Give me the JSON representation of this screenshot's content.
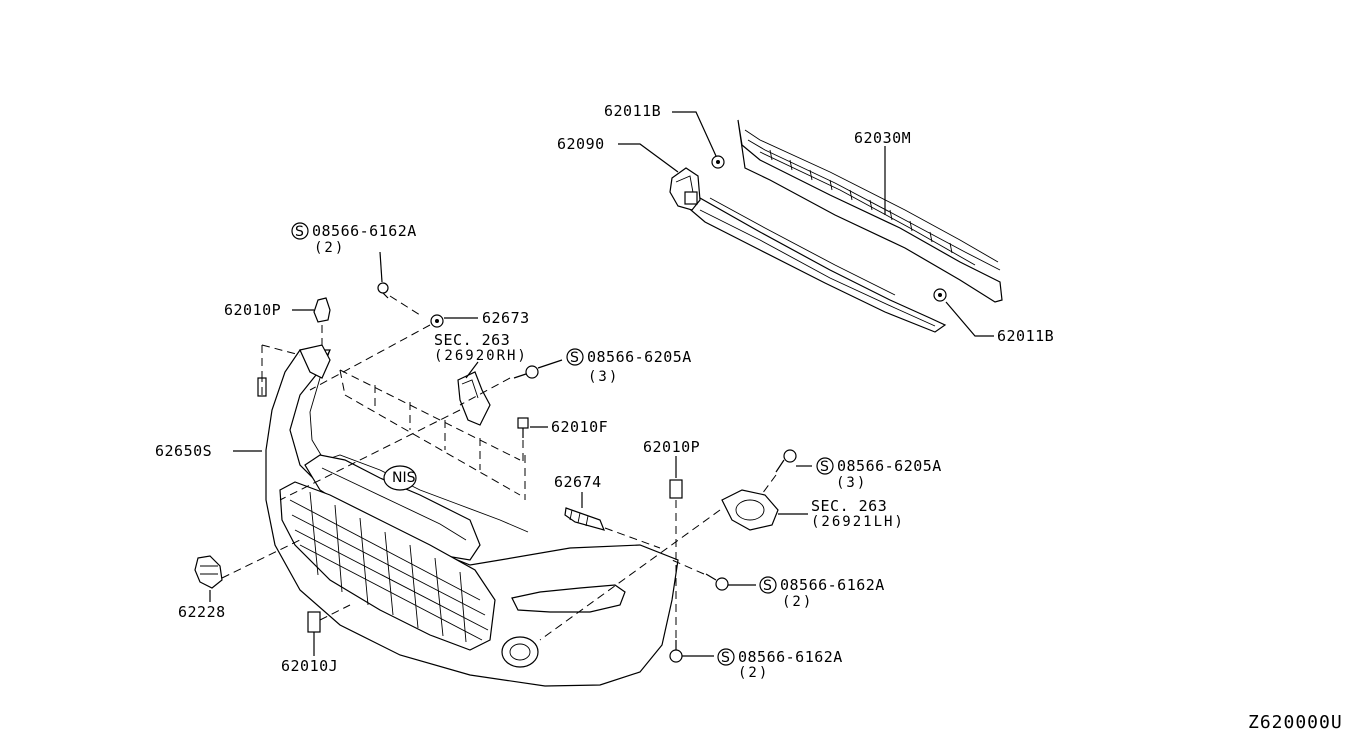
{
  "diagram": {
    "reference_code": "Z620000U",
    "callouts": [
      {
        "id": "c1",
        "part": "62011B",
        "qty": ""
      },
      {
        "id": "c2",
        "part": "62090",
        "qty": ""
      },
      {
        "id": "c3",
        "part": "62030M",
        "qty": ""
      },
      {
        "id": "c4",
        "part": "62011B",
        "qty": ""
      },
      {
        "id": "c5",
        "part": "08566-6162A",
        "qty": "(2)",
        "symbol": "S"
      },
      {
        "id": "c6",
        "part": "62010P",
        "qty": ""
      },
      {
        "id": "c7",
        "part": "62673",
        "qty": ""
      },
      {
        "id": "c8",
        "part": "SEC. 263",
        "qty": "(26920RH)"
      },
      {
        "id": "c9",
        "part": "08566-6205A",
        "qty": "(3)",
        "symbol": "S"
      },
      {
        "id": "c10",
        "part": "62010F",
        "qty": ""
      },
      {
        "id": "c11",
        "part": "62650S",
        "qty": ""
      },
      {
        "id": "c12",
        "part": "62010P",
        "qty": ""
      },
      {
        "id": "c13",
        "part": "08566-6205A",
        "qty": "(3)",
        "symbol": "S"
      },
      {
        "id": "c14",
        "part": "62674",
        "qty": ""
      },
      {
        "id": "c15",
        "part": "SEC. 263",
        "qty": "(26921LH)"
      },
      {
        "id": "c16",
        "part": "08566-6162A",
        "qty": "(2)",
        "symbol": "S"
      },
      {
        "id": "c17",
        "part": "62228",
        "qty": ""
      },
      {
        "id": "c18",
        "part": "62010J",
        "qty": ""
      },
      {
        "id": "c19",
        "part": "08566-6162A",
        "qty": "(2)",
        "symbol": "S"
      }
    ]
  }
}
